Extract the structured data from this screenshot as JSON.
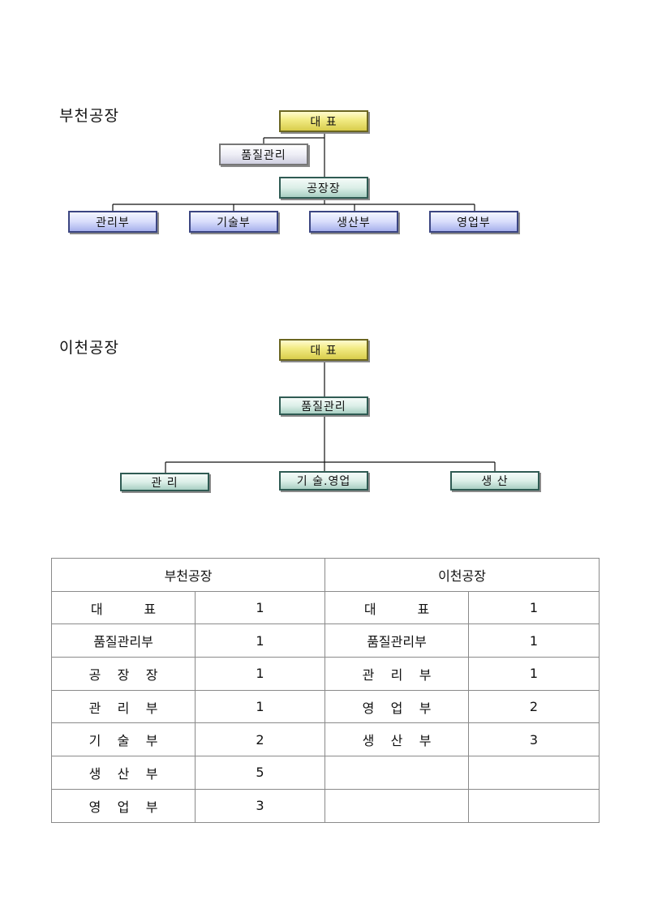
{
  "bucheon": {
    "title": "부천공장",
    "ceo": "대    표",
    "quality": "품질관리",
    "plant_head": "공장장",
    "departments": [
      "관리부",
      "기술부",
      "생산부",
      "영업부"
    ]
  },
  "icheon": {
    "title": "이천공장",
    "ceo": "대    표",
    "quality": "품질관리",
    "departments": [
      "관 리",
      "기 술.영업",
      "생 산"
    ]
  },
  "table": {
    "headers": [
      "부천공장",
      "이천공장"
    ],
    "rows": [
      {
        "b_name": "대          표",
        "b_count": "1",
        "i_name": "대          표",
        "i_count": "1"
      },
      {
        "b_name": "품질관리부",
        "b_count": "1",
        "i_name": "품질관리부",
        "i_count": "1"
      },
      {
        "b_name": "공    장    장",
        "b_count": "1",
        "i_name": "관    리    부",
        "i_count": "1"
      },
      {
        "b_name": "관    리    부",
        "b_count": "1",
        "i_name": "영    업    부",
        "i_count": "2"
      },
      {
        "b_name": "기    술    부",
        "b_count": "2",
        "i_name": "생    산    부",
        "i_count": "3"
      },
      {
        "b_name": "생    산    부",
        "b_count": "5",
        "i_name": "",
        "i_count": ""
      },
      {
        "b_name": "영    업    부",
        "b_count": "3",
        "i_name": "",
        "i_count": ""
      }
    ]
  }
}
